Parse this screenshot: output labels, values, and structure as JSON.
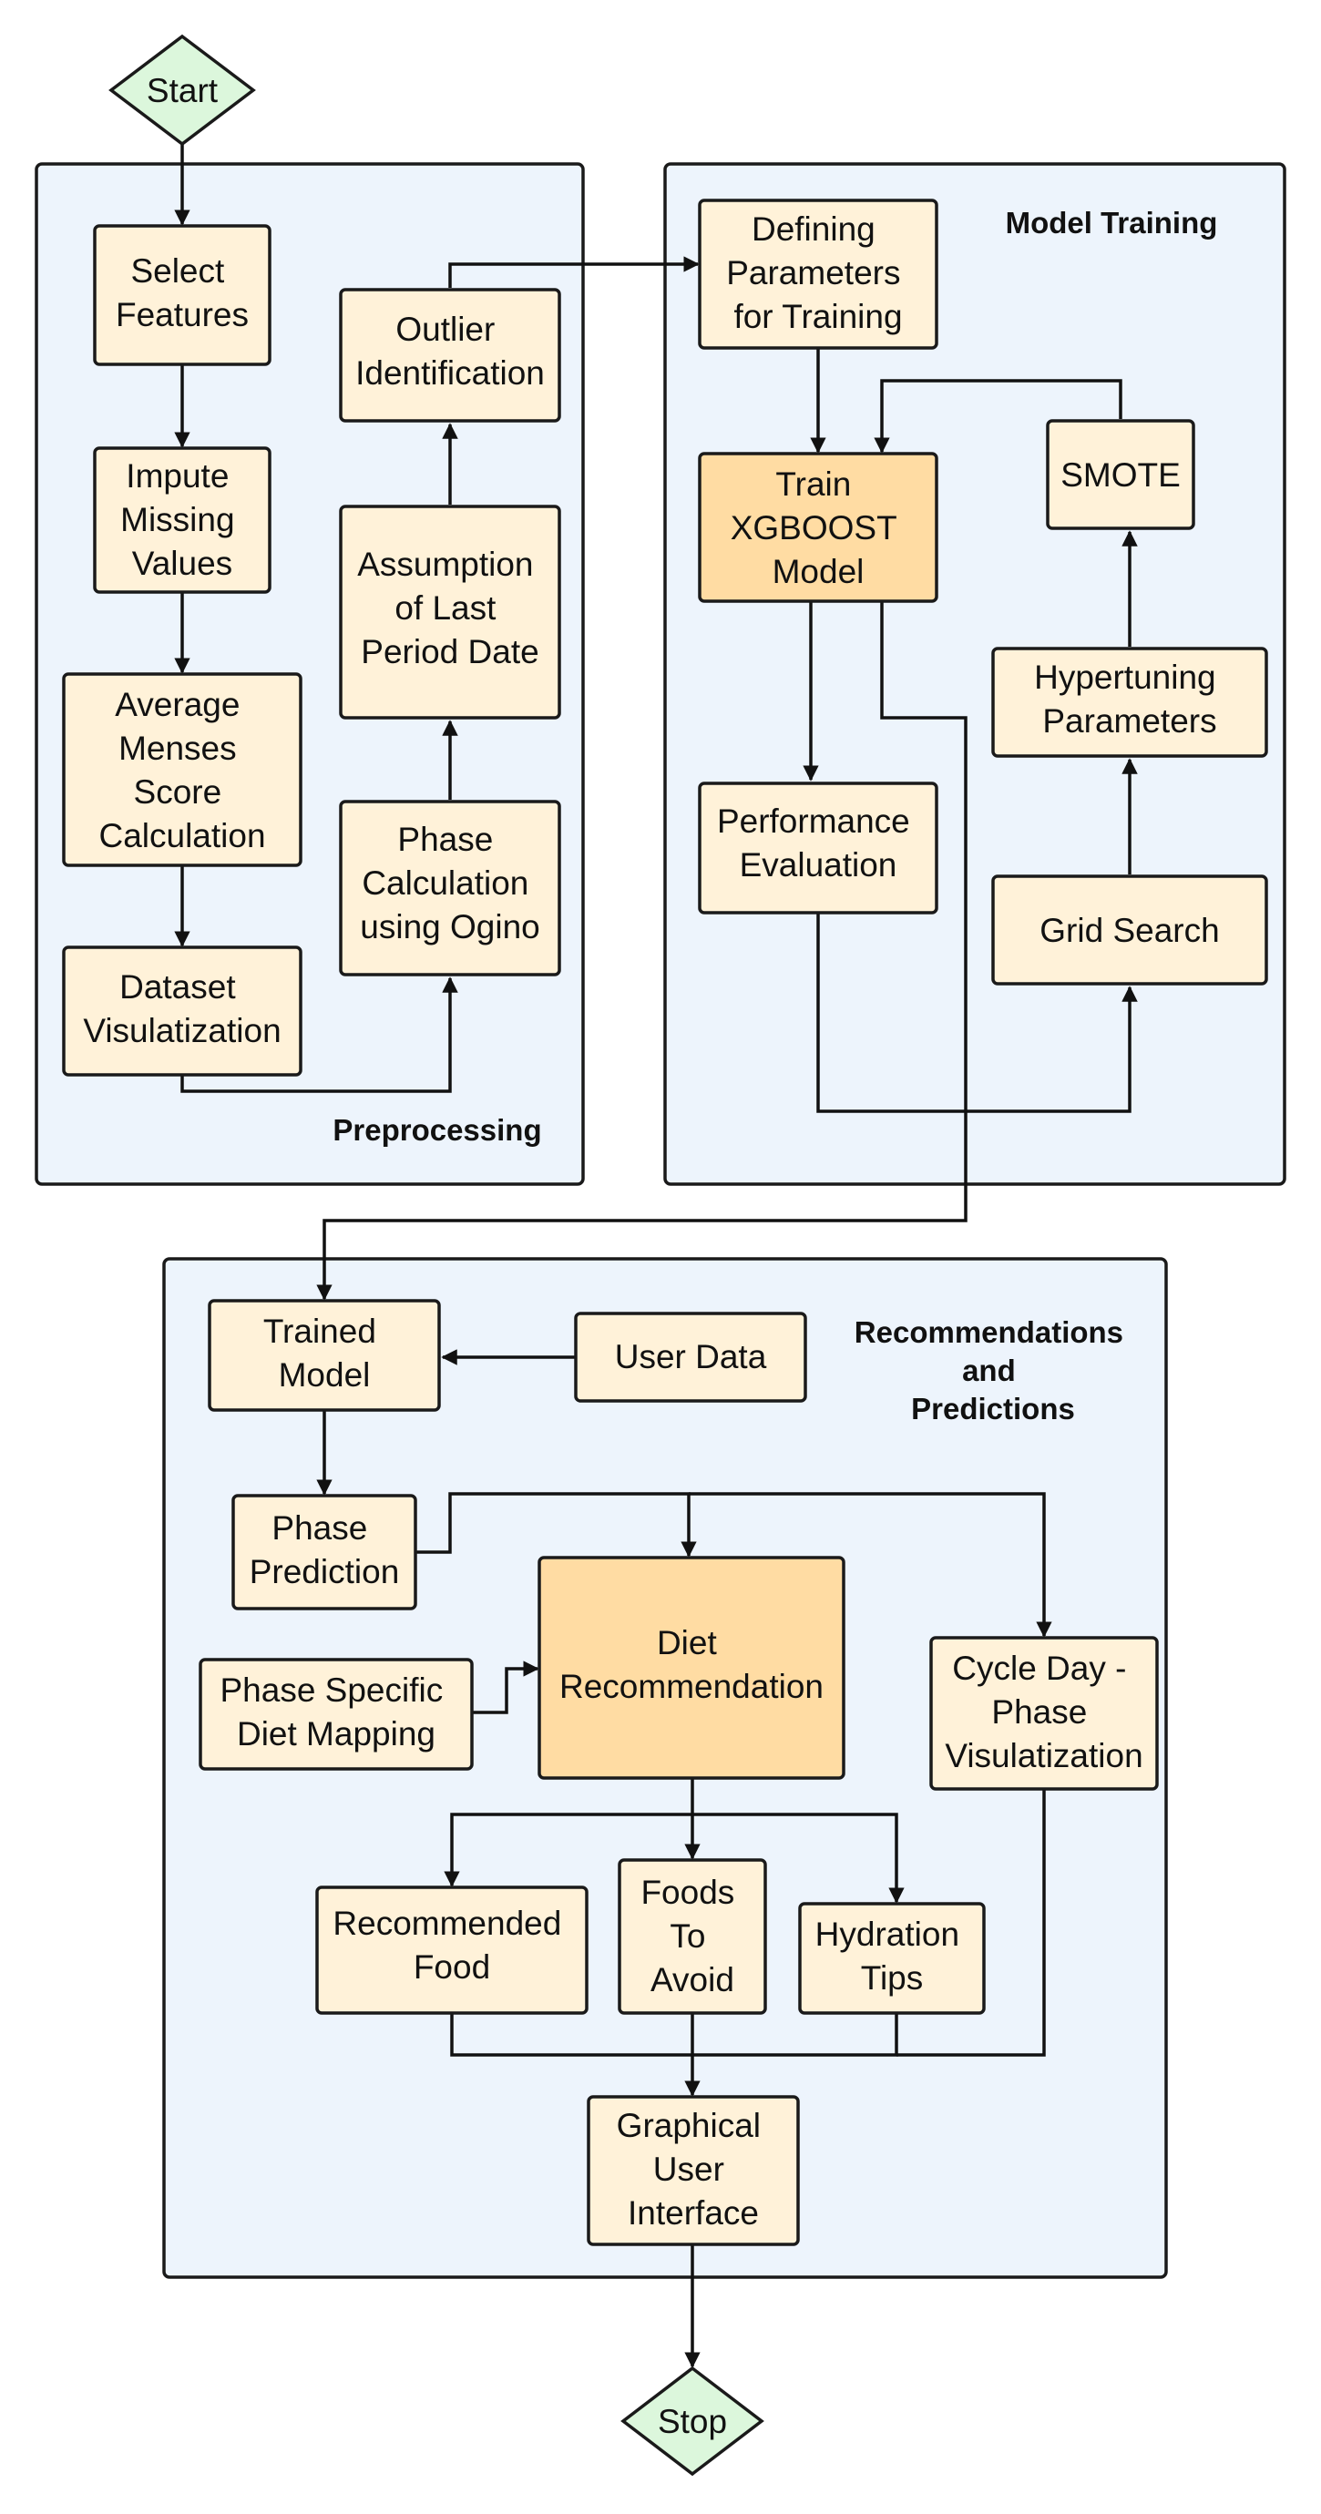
{
  "groups": {
    "preprocessing": "Preprocessing",
    "model_training": "Model Training",
    "recommendations": [
      "Recommendations",
      "and",
      "Predictions"
    ]
  },
  "nodes": {
    "start": [
      "Start"
    ],
    "select_features": [
      "Select",
      "Features"
    ],
    "impute": [
      "Impute",
      "Missing",
      "Values"
    ],
    "avg_menses": [
      "Average",
      "Menses",
      "Score",
      "Calculation"
    ],
    "dataset_vis": [
      "Dataset",
      "Visulatization"
    ],
    "phase_calc": [
      "Phase",
      "Calculation",
      "using Ogino"
    ],
    "assumption": [
      "Assumption",
      "of Last",
      "Period Date"
    ],
    "outlier": [
      "Outlier",
      "Identification"
    ],
    "defining_params": [
      "Defining",
      "Parameters",
      "for Training"
    ],
    "train_xgb": [
      "Train",
      "XGBOOST",
      "Model"
    ],
    "smote": [
      "SMOTE"
    ],
    "hypertuning": [
      "Hypertuning",
      "Parameters"
    ],
    "perf_eval": [
      "Performance",
      "Evaluation"
    ],
    "grid_search": [
      "Grid Search"
    ],
    "trained_model": [
      "Trained",
      "Model"
    ],
    "user_data": [
      "User Data"
    ],
    "phase_pred": [
      "Phase",
      "Prediction"
    ],
    "diet_rec": [
      "Diet",
      "Recommendation"
    ],
    "phase_diet_map": [
      "Phase Specific",
      "Diet Mapping"
    ],
    "cycle_day": [
      "Cycle Day -",
      "Phase",
      "Visulatization"
    ],
    "rec_food": [
      "Recommended",
      "Food"
    ],
    "foods_avoid": [
      "Foods",
      "To",
      "Avoid"
    ],
    "hydration": [
      "Hydration",
      "Tips"
    ],
    "gui": [
      "Graphical",
      "User",
      "Interface"
    ],
    "stop": [
      "Stop"
    ]
  }
}
